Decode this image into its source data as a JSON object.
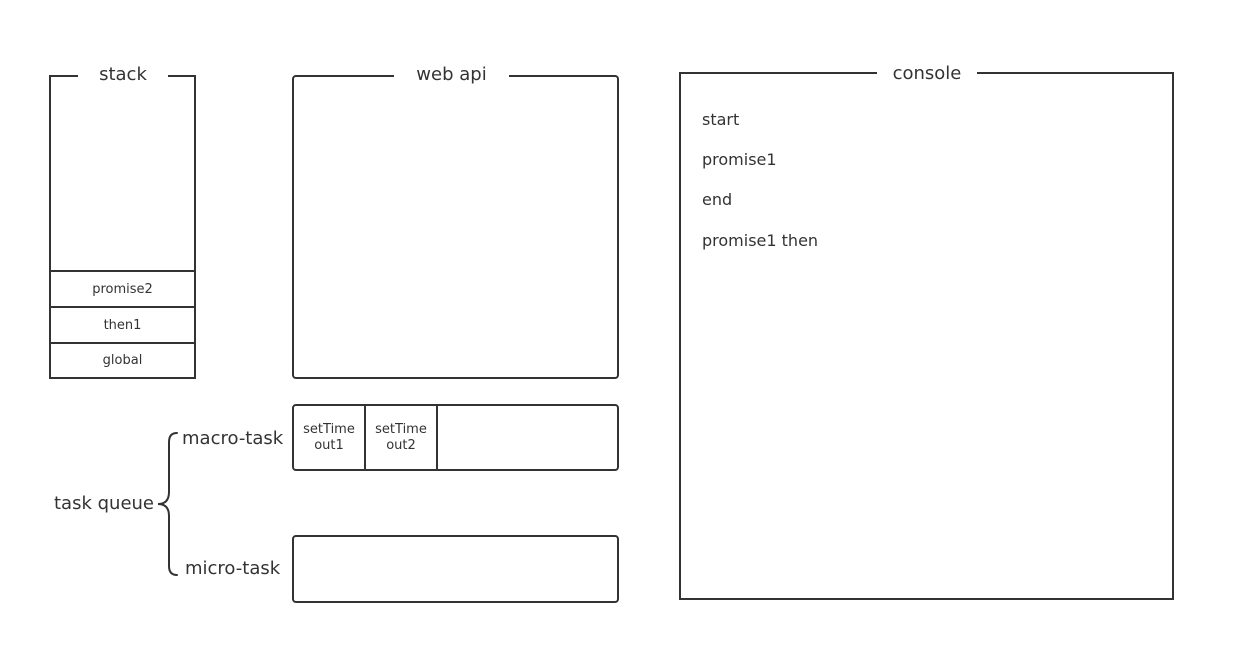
{
  "stack": {
    "title": "stack",
    "frames": [
      "promise2",
      "then1",
      "global"
    ]
  },
  "webapi": {
    "title": "web api"
  },
  "task_queue": {
    "label": "task queue",
    "macro": {
      "label": "macro-task",
      "items": [
        "setTime out1",
        "setTime out2"
      ]
    },
    "micro": {
      "label": "micro-task",
      "items": []
    }
  },
  "console": {
    "title": "console",
    "lines": [
      "start",
      "promise1",
      "end",
      "promise1 then"
    ]
  },
  "colors": {
    "stroke": "#333333",
    "background": "#ffffff"
  }
}
